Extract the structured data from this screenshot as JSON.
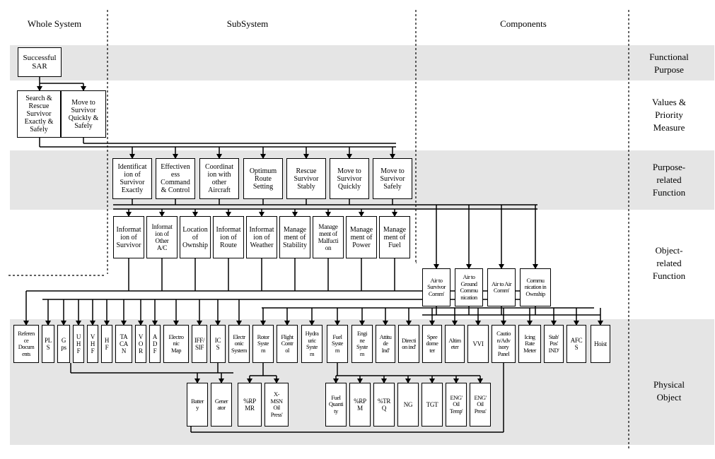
{
  "column_headers": {
    "whole_system": "Whole System",
    "subsystem": "SubSystem",
    "components": "Components"
  },
  "levels": {
    "functional_purpose": "Functional\nPurpose",
    "values_priority": "Values &\nPriority\nMeasure",
    "purpose_related": "Purpose-\nrelated\nFunction",
    "object_related": "Object-\nrelated\nFunction",
    "physical_object": "Physical\nObject"
  },
  "functional_purpose": {
    "successful_sar": "Successful\nSAR"
  },
  "values": {
    "search_rescue": "Search &\nRescue\nSurvivor\nExactly &\nSafely",
    "move_to_survivor": "Move to\nSurvivor\nQuickly &\nSafely"
  },
  "purpose_functions": [
    "Identificat\nion of\nSurvivor\nExactly",
    "Effectiven\ness\nCommand\n& Control",
    "Coordinat\nion with\nother\nAircraft",
    "Optimum\nRoute\nSetting",
    "Rescue\nSurvivor\nStably",
    "Move to\nSurvivor\nQuickly",
    "Move to\nSurvivor\nSafely"
  ],
  "object_functions": [
    "Informat\nion of\nSurvivor",
    "Informat\nion of\nOther\nA/C",
    "Location\nof\nOwnship",
    "Informat\nion of\nRoute",
    "Informat\nion of\nWeather",
    "Manage\nment of\nStability",
    "Manage\nment of\nMalfucti\non",
    "Manage\nment of\nPower",
    "Manage\nment of\nFuel"
  ],
  "component_functions": [
    "Air to\nSurvivor\nComm'",
    "Air to\nGround\nCommu\nnication",
    "Air to Air\nComm'",
    "Commu\nnication in\nOwnship"
  ],
  "physical_objects": [
    "Referen\nce\nDocum\nents",
    "PL\nS",
    "G\nps",
    "U\nH\nF",
    "V\nH\nF",
    "H\nF",
    "TA\nCA\nN",
    "V\nO\nR",
    "A\nD\nF",
    "Electro\nnic\nMap",
    "IFF/\nSIF",
    "IC\nS",
    "Electr\nonic\nSystem",
    "Rotor\nSyste\nm",
    "Flight\nContr\nol",
    "Hydra\nuric\nSyste\nm",
    "Fuel\nSyste\nm",
    "Engi\nne\nSyste\nm",
    "Attitu\nde\nInd'",
    "Directi\non ind'",
    "Spee\ndome\nter",
    "Altim\neter",
    "VVI",
    "Cautio\nn/Adv\nisory\nPanel",
    "Icing\nRate\nMeter",
    "Stab'\nPos'\nIND'",
    "AFC\nS",
    "Hoist"
  ],
  "sub_components": [
    "Batter\ny",
    "Gener\nator",
    "%RP\nMR",
    "X-\nMSN\nOil\nPress'",
    "Fuel\nQuanti\nty",
    "%RP\nM",
    "%TR\nQ",
    "NG",
    "TGT",
    "ENG'\nOil\nTemp'",
    "ENG'\nOil\nPress'"
  ]
}
